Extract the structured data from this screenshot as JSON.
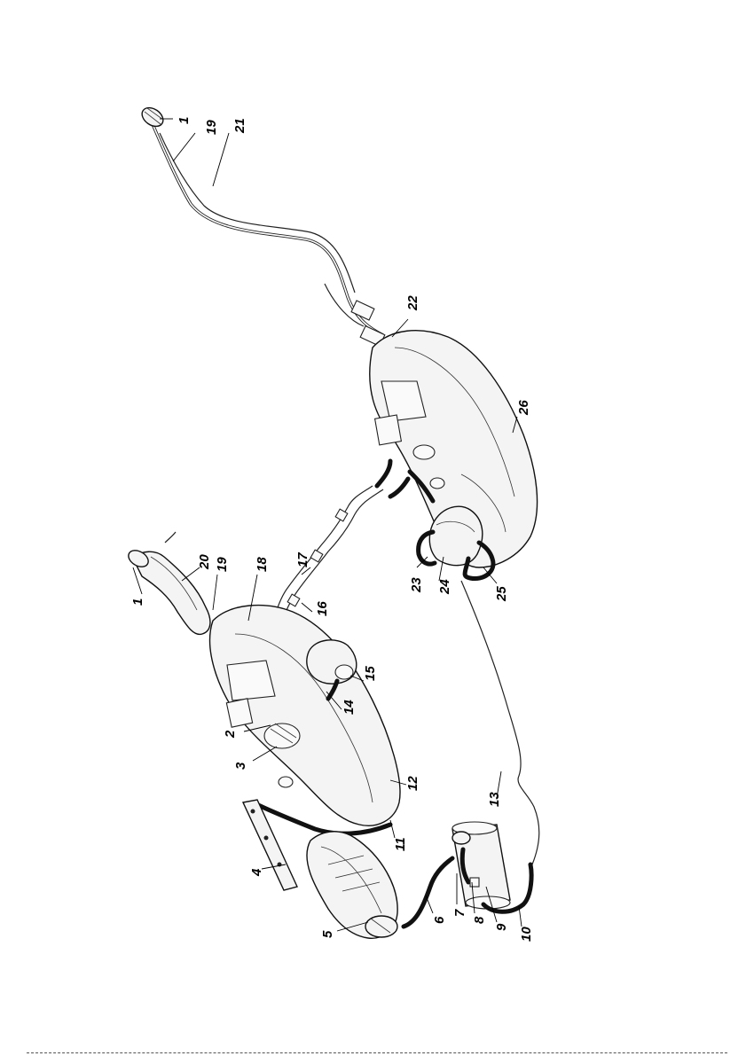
{
  "diagram": {
    "callouts": [
      {
        "id": "c1a",
        "label": "1"
      },
      {
        "id": "c19a",
        "label": "19"
      },
      {
        "id": "c21",
        "label": "21"
      },
      {
        "id": "c22",
        "label": "22"
      },
      {
        "id": "c26",
        "label": "26"
      },
      {
        "id": "c1b",
        "label": "1"
      },
      {
        "id": "c20",
        "label": "20"
      },
      {
        "id": "c19b",
        "label": "19"
      },
      {
        "id": "c18",
        "label": "18"
      },
      {
        "id": "c17",
        "label": "17"
      },
      {
        "id": "c16",
        "label": "16"
      },
      {
        "id": "c23",
        "label": "23"
      },
      {
        "id": "c24",
        "label": "24"
      },
      {
        "id": "c25",
        "label": "25"
      },
      {
        "id": "c15",
        "label": "15"
      },
      {
        "id": "c14",
        "label": "14"
      },
      {
        "id": "c2",
        "label": "2"
      },
      {
        "id": "c3",
        "label": "3"
      },
      {
        "id": "c12",
        "label": "12"
      },
      {
        "id": "c13",
        "label": "13"
      },
      {
        "id": "c11",
        "label": "11"
      },
      {
        "id": "c4",
        "label": "4"
      },
      {
        "id": "c5",
        "label": "5"
      },
      {
        "id": "c6",
        "label": "6"
      },
      {
        "id": "c7",
        "label": "7"
      },
      {
        "id": "c8",
        "label": "8"
      },
      {
        "id": "c9",
        "label": "9"
      },
      {
        "id": "c10",
        "label": "10"
      }
    ]
  }
}
